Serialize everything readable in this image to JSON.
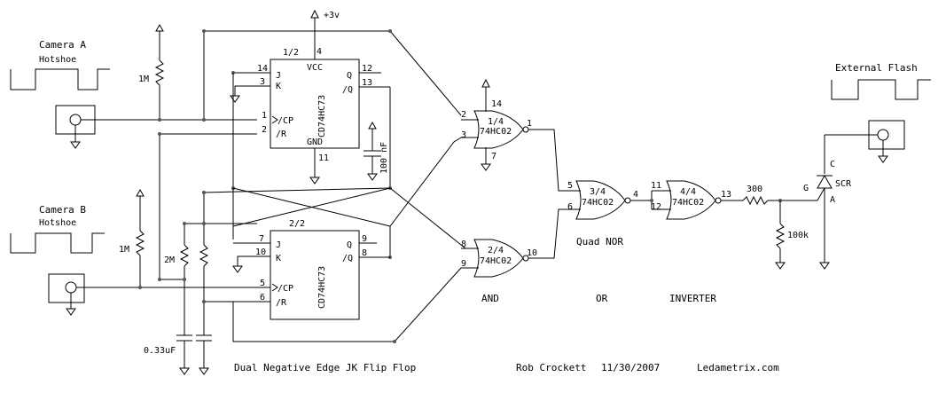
{
  "camera_a": {
    "title": "Camera A",
    "subtitle": "Hotshoe"
  },
  "camera_b": {
    "title": "Camera B",
    "subtitle": "Hotshoe"
  },
  "external_flash": {
    "title": "External Flash"
  },
  "supply": {
    "label": "+3v"
  },
  "resistors": {
    "r1": "1M",
    "r2": "1M",
    "r3": "2M",
    "r4": "300",
    "r5": "100k"
  },
  "capacitors": {
    "timing": "0.33uF",
    "bypass": "100 nF"
  },
  "ff1": {
    "part": "CD74HC73",
    "unit": "1/2",
    "vcc": "VCC",
    "gnd": "GND",
    "j": "J",
    "k": "K",
    "cp": "/CP",
    "r": "/R",
    "q": "Q",
    "qn": "/Q",
    "p_vcc": "4",
    "p_gnd": "11",
    "p_j": "14",
    "p_k": "3",
    "p_cp": "1",
    "p_r": "2",
    "p_q": "12",
    "p_qn": "13"
  },
  "ff2": {
    "part": "CD74HC73",
    "unit": "2/2",
    "j": "J",
    "k": "K",
    "cp": "/CP",
    "r": "/R",
    "q": "Q",
    "qn": "/Q",
    "p_j": "7",
    "p_k": "10",
    "p_cp": "5",
    "p_r": "6",
    "p_q": "9",
    "p_qn": "8"
  },
  "gate1": {
    "unit": "1/4",
    "part": "74HC02",
    "p_a": "2",
    "p_b": "3",
    "p_out": "1",
    "p_vcc": "14",
    "p_gnd": "7"
  },
  "gate2": {
    "unit": "2/4",
    "part": "74HC02",
    "p_a": "8",
    "p_b": "9",
    "p_out": "10"
  },
  "gate3": {
    "unit": "3/4",
    "part": "74HC02",
    "p_a": "5",
    "p_b": "6",
    "p_out": "4"
  },
  "gate4": {
    "unit": "4/4",
    "part": "74HC02",
    "p_a": "11",
    "p_b": "12",
    "p_out": "13"
  },
  "quad_nor": "Quad NOR",
  "section_labels": {
    "and": "AND",
    "or": "OR",
    "inverter": "INVERTER"
  },
  "scr": {
    "label": "SCR",
    "cathode": "C",
    "anode": "A",
    "gate": "G"
  },
  "footer": {
    "title": "Dual Negative Edge JK Flip Flop",
    "author": "Rob Crockett",
    "date": "11/30/2007",
    "site": "Ledametrix.com"
  }
}
